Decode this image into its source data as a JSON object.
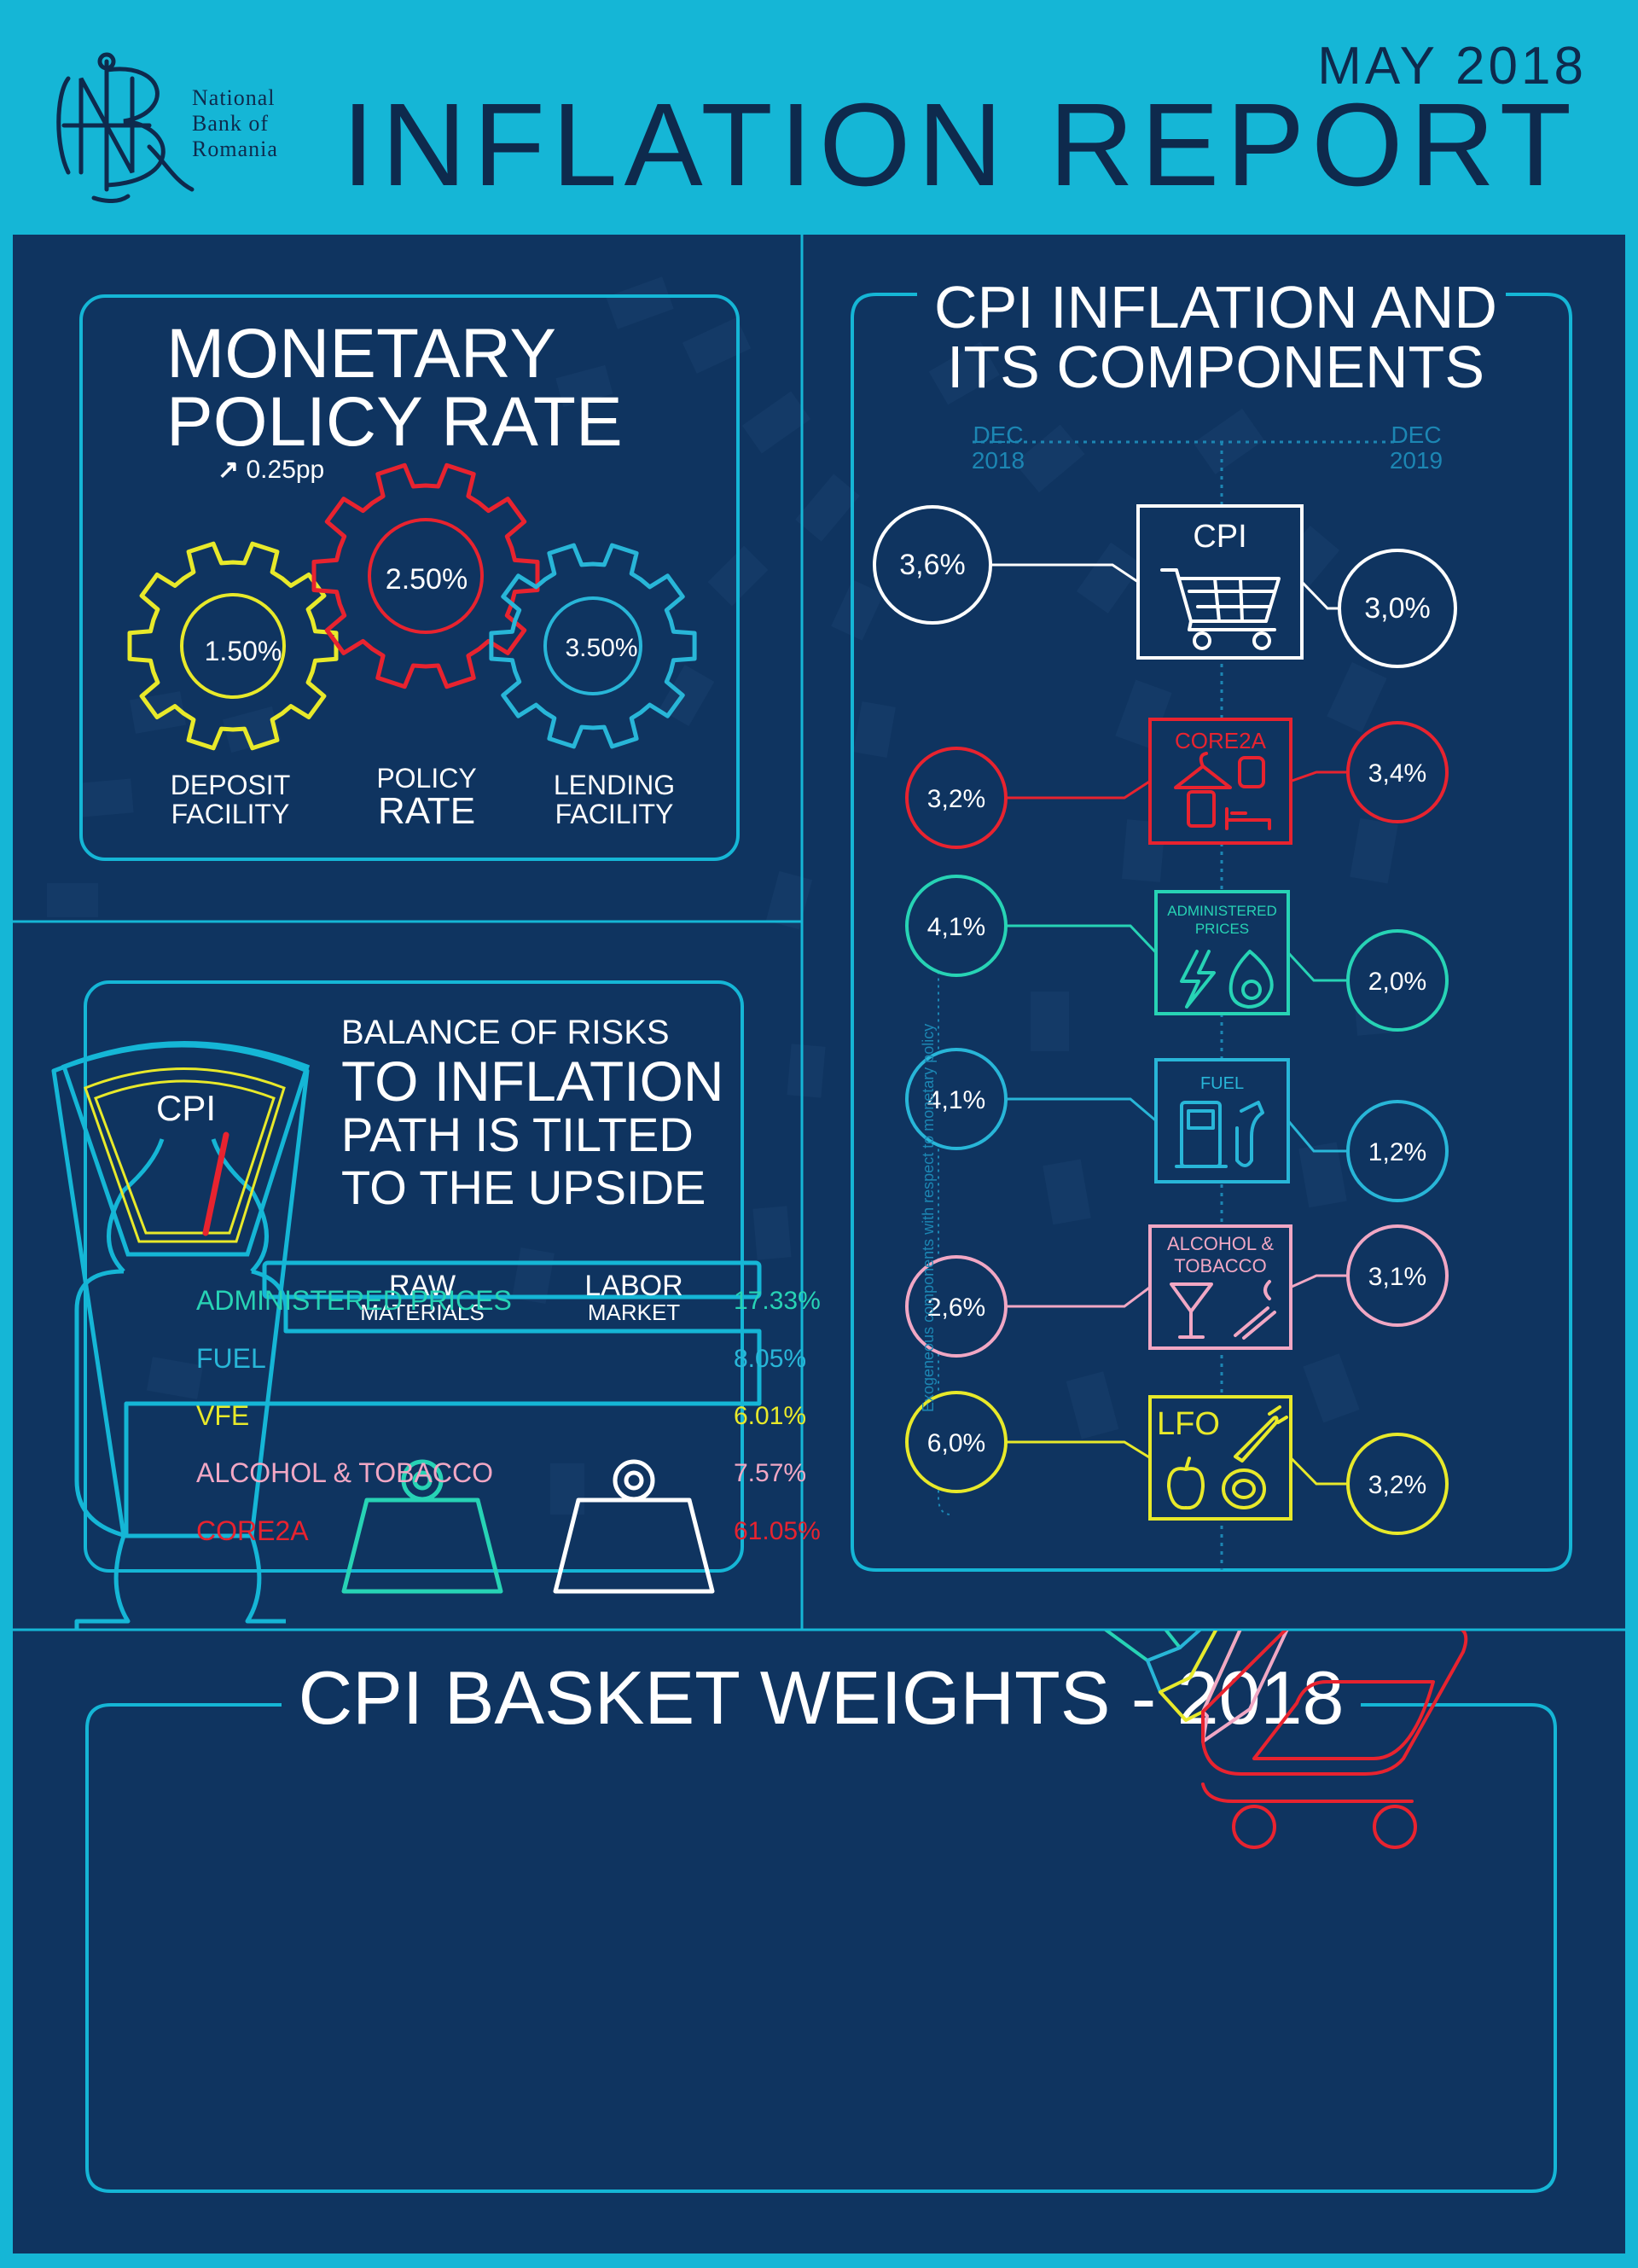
{
  "header": {
    "bank_name_line1": "National",
    "bank_name_line2": "Bank of",
    "bank_name_line3": "Romania",
    "date": "MAY 2018",
    "title": "INFLATION REPORT"
  },
  "monetary_policy": {
    "title_line1": "MONETARY",
    "title_line2": "POLICY RATE",
    "change": "0.25pp",
    "gears": [
      {
        "value": "1.50%",
        "label_line1": "DEPOSIT",
        "label_line2": "FACILITY",
        "color": "#e8e92a"
      },
      {
        "value": "2.50%",
        "label_line1": "POLICY",
        "label_line2": "RATE",
        "color": "#e8232f"
      },
      {
        "value": "3.50%",
        "label_line1": "LENDING",
        "label_line2": "FACILITY",
        "color": "#28b6d8"
      }
    ]
  },
  "balance_of_risks": {
    "scale_label": "CPI",
    "text_line1": "BALANCE OF RISKS",
    "text_line2": "TO INFLATION",
    "text_line3": "PATH IS TILTED",
    "text_line4": "TO THE UPSIDE",
    "weight1_line1": "RAW",
    "weight1_line2": "MATERIALS",
    "weight2_line1": "LABOR",
    "weight2_line2": "MARKET"
  },
  "cpi_components": {
    "title_line1": "CPI INFLATION AND",
    "title_line2": "ITS COMPONENTS",
    "left_header_line1": "DEC",
    "left_header_line2": "2018",
    "right_header_line1": "DEC",
    "right_header_line2": "2019",
    "side_note": "Exogeneous components with respect to monetary policy",
    "rows": [
      {
        "label": "CPI",
        "dec2018": "3,6%",
        "dec2019": "3,0%",
        "color": "#ffffff"
      },
      {
        "label": "CORE2A",
        "dec2018": "3,2%",
        "dec2019": "3,4%",
        "color": "#e8232f"
      },
      {
        "label_line1": "ADMINISTERED",
        "label_line2": "PRICES",
        "dec2018": "4,1%",
        "dec2019": "2,0%",
        "color": "#27d3b5"
      },
      {
        "label": "FUEL",
        "dec2018": "4,1%",
        "dec2019": "1,2%",
        "color": "#28b6d8"
      },
      {
        "label_line1": "ALCOHOL &",
        "label_line2": "TOBACCO",
        "dec2018": "2,6%",
        "dec2019": "3,1%",
        "color": "#f1a7c4"
      },
      {
        "label": "LFO",
        "dec2018": "6,0%",
        "dec2019": "3,2%",
        "color": "#e8e92a"
      }
    ]
  },
  "basket": {
    "title": "CPI BASKET WEIGHTS - 2018",
    "rows": [
      {
        "label": "ADMINISTERED PRICES",
        "value": "17.33%",
        "color": "#27d3b5"
      },
      {
        "label": "FUEL",
        "value": "8.05%",
        "color": "#28b6d8"
      },
      {
        "label": "VFE",
        "value": "6.01%",
        "color": "#e8e92a"
      },
      {
        "label": "ALCOHOL & TOBACCO",
        "value": "7.57%",
        "color": "#f1a7c4"
      },
      {
        "label": "CORE2A",
        "value": "61.05%",
        "color": "#e8232f"
      }
    ]
  }
}
